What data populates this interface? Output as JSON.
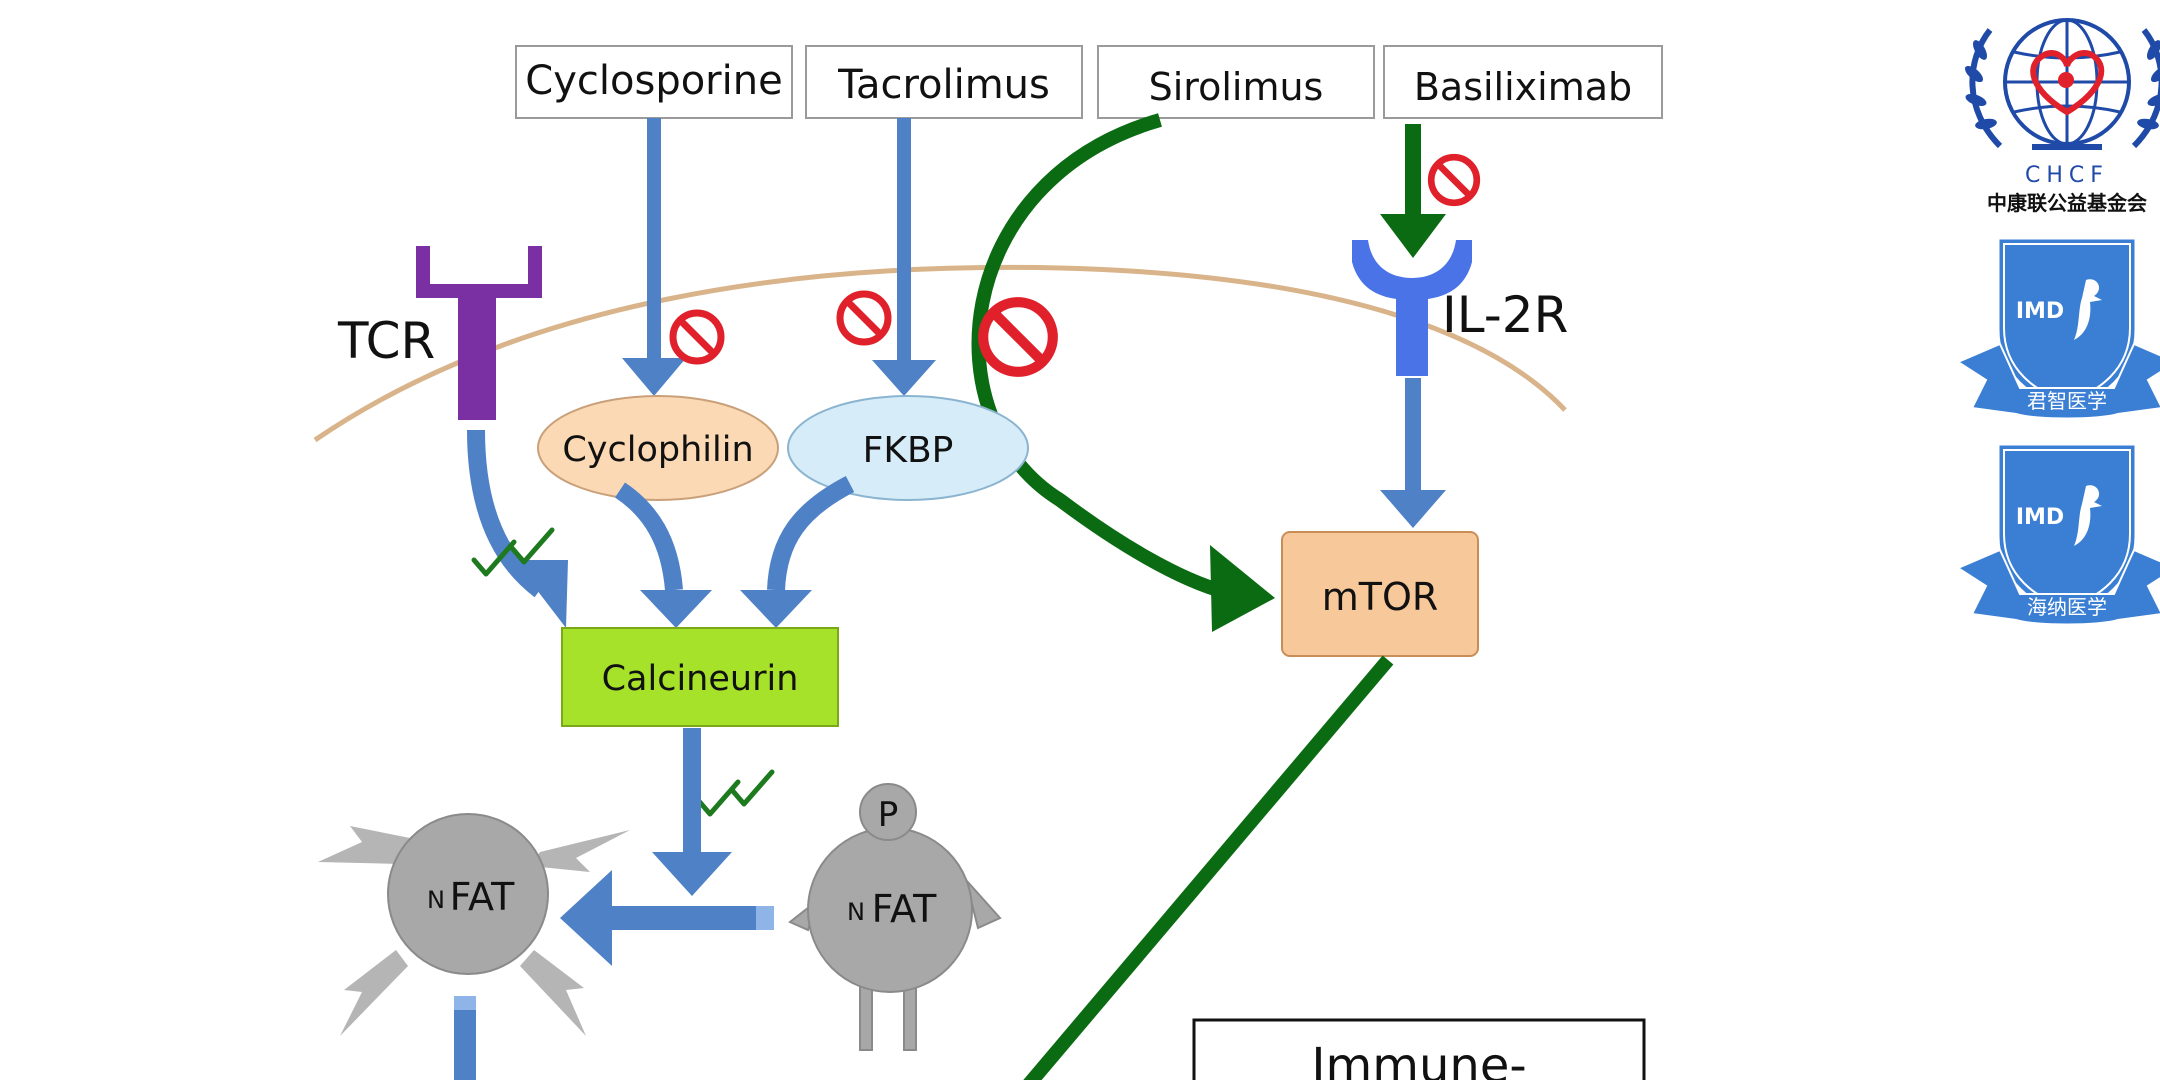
{
  "drugs": [
    "Cyclosporine",
    "Tacrolimus",
    "Sirolimus",
    "Basiliximab"
  ],
  "receptors": {
    "tcr": "TCR",
    "il2r": "IL-2R"
  },
  "binding_proteins": {
    "cyclophilin": "Cyclophilin",
    "fkbp": "FKBP"
  },
  "enzymes": {
    "calcineurin": "Calcineurin",
    "mtor": "mTOR"
  },
  "nfat": {
    "active_prefix": "N",
    "active_label": "FAT",
    "phospho_prefix": "N",
    "phospho_label": "FAT",
    "phosphate": "P"
  },
  "result_box": "Immune-",
  "logos": {
    "chcf_abbrev": "CHCF",
    "chcf_name": "中康联公益基金会",
    "badge1_mark": "IMD",
    "badge1_name": "君智医学",
    "badge2_mark": "IMD",
    "badge2_name": "海纳医学"
  },
  "colors": {
    "blue_arrow": "#4f81c7",
    "green_arrow": "#0b6b12",
    "tcr_purple": "#7a2fa3",
    "il2r_blue": "#4a73e8",
    "calcineurin_green": "#a6e22a",
    "mtor_orange": "#f7c99a",
    "cyclophilin_peach": "#fbd9b4",
    "fkbp_lightblue": "#d6ecf8",
    "membrane": "#d9b48a",
    "nfat_gray": "#a8a8a8",
    "inhibit_red": "#e0202a",
    "badge_blue": "#3b7fd4"
  }
}
